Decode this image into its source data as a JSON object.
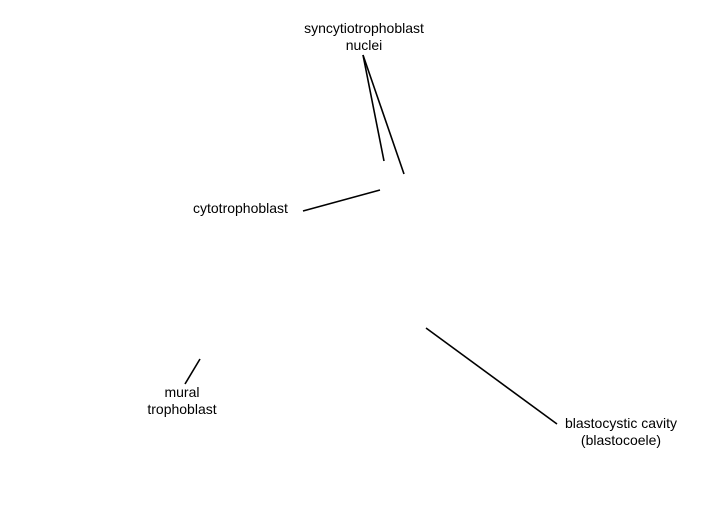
{
  "labels": {
    "syncytiotrophoblast_nuclei": {
      "line1": "syncytiotrophoblast",
      "line2": "nuclei"
    },
    "cytotrophoblast": {
      "text": "cytotrophoblast"
    },
    "mural_trophoblast": {
      "line1": "mural",
      "line2": "trophoblast"
    },
    "blastocystic_cavity": {
      "line1": "blastocystic cavity",
      "line2": "(blastocoele)"
    }
  }
}
